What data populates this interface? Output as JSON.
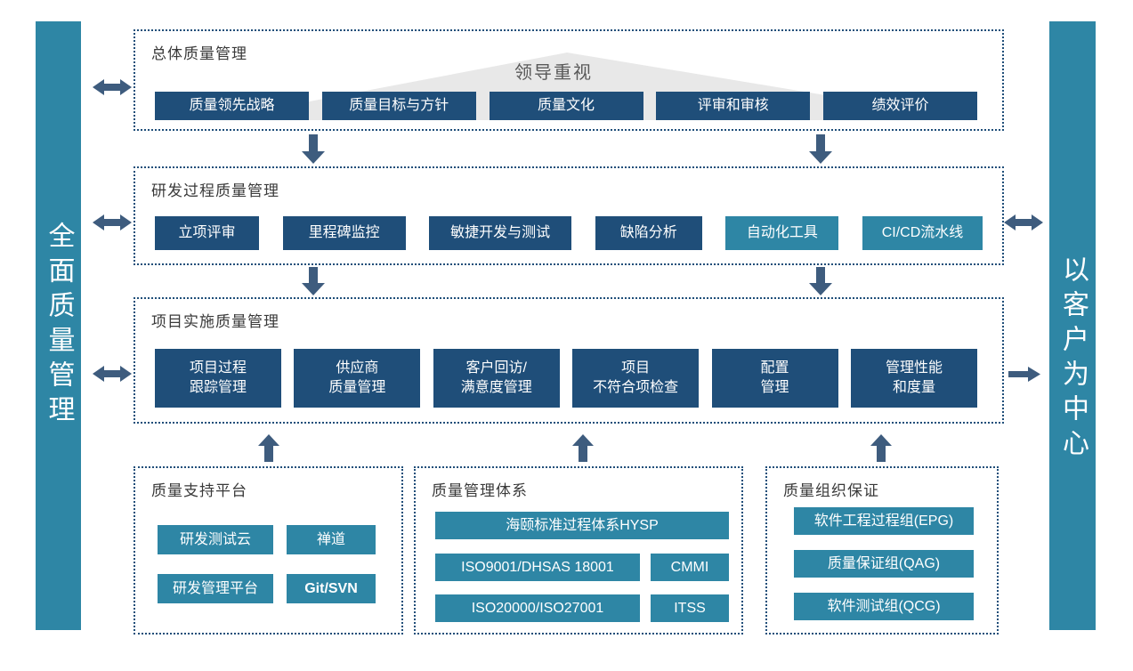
{
  "left_bar": {
    "label": "全面质量管理"
  },
  "right_bar": {
    "label": "以客户为中心"
  },
  "colors": {
    "navy": "#1F4E79",
    "teal": "#2E86A5",
    "arrow": "#3E5C7E",
    "dotted_border": "#1F4E79",
    "triangle_gray": "#E8E8E8",
    "title_text": "#3A3A3A",
    "banner_text": "#595959"
  },
  "icons": {
    "bidirectional_arrow": "↔",
    "down_arrow": "↓",
    "up_arrow": "↑",
    "right_arrow": "→"
  },
  "sections": {
    "overall": {
      "title": "总体质量管理",
      "banner": "领导重视",
      "items": [
        "质量领先战略",
        "质量目标与方针",
        "质量文化",
        "评审和审核",
        "绩效评价"
      ]
    },
    "rd_process": {
      "title": "研发过程质量管理",
      "items": [
        "立项评审",
        "里程碑监控",
        "敏捷开发与测试",
        "缺陷分析",
        "自动化工具",
        "CI/CD流水线"
      ]
    },
    "project_impl": {
      "title": "项目实施质量管理",
      "items": [
        {
          "line1": "项目过程",
          "line2": "跟踪管理"
        },
        {
          "line1": "供应商",
          "line2": "质量管理"
        },
        {
          "line1": "客户回访/",
          "line2": "满意度管理"
        },
        {
          "line1": "项目",
          "line2": "不符合项检查"
        },
        {
          "line1": "配置",
          "line2": "管理"
        },
        {
          "line1": "管理性能",
          "line2": "和度量"
        }
      ]
    },
    "support_platform": {
      "title": "质量支持平台",
      "items": [
        "研发测试云",
        "禅道",
        "研发管理平台",
        "Git/SVN"
      ]
    },
    "mgmt_system": {
      "title": "质量管理体系",
      "primary": "海颐标准过程体系HYSP",
      "standards": [
        "ISO9001/DHSAS 18001",
        "CMMI",
        "ISO20000/ISO27001",
        "ITSS"
      ]
    },
    "org_assurance": {
      "title": "质量组织保证",
      "items": [
        "软件工程过程组(EPG)",
        "质量保证组(QAG)",
        "软件测试组(QCG)"
      ]
    }
  }
}
